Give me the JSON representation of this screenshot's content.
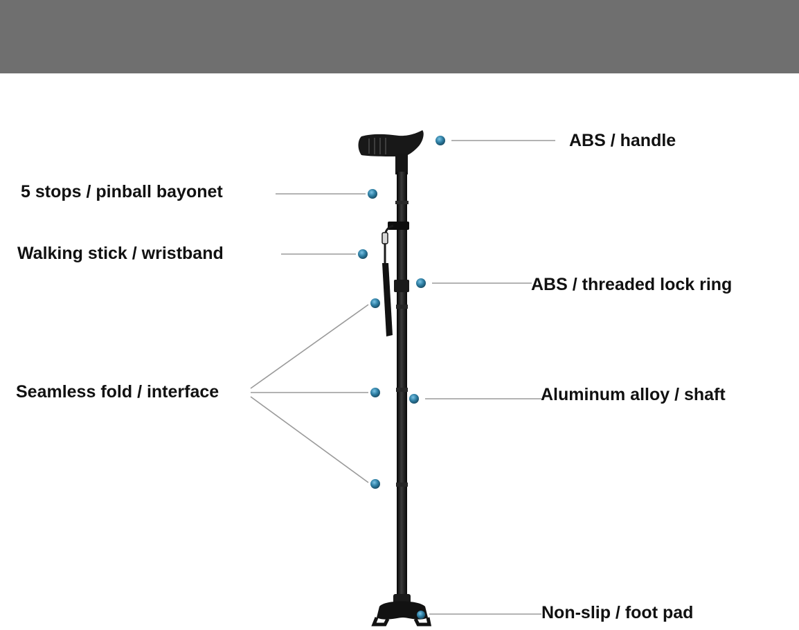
{
  "colors": {
    "top_band": "#6f6f6f",
    "leader_line": "#9a9a9a",
    "marker_dot": "#2e7fa4",
    "cane_body": "#141414"
  },
  "labels": {
    "handle": "ABS / handle",
    "bayonet": "5 stops / pinball bayonet",
    "wristband": "Walking stick / wristband",
    "lock_ring": "ABS / threaded lock ring",
    "fold": "Seamless fold / interface",
    "shaft": "Aluminum alloy / shaft",
    "foot_pad": "Non-slip / foot pad"
  }
}
